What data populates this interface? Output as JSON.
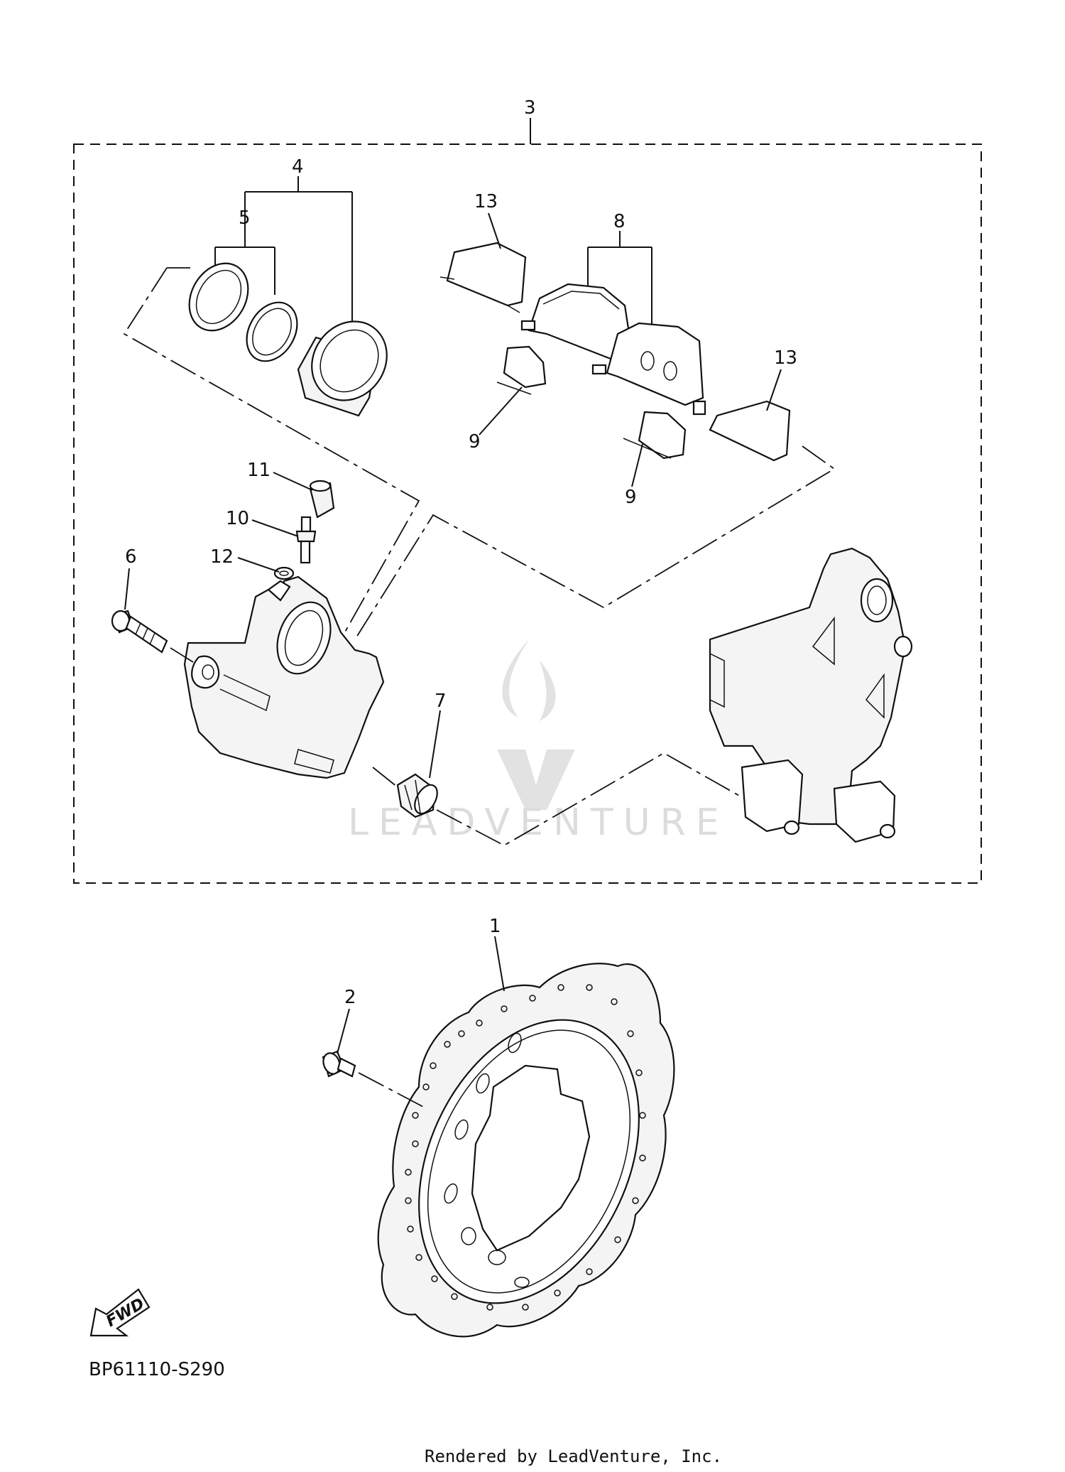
{
  "diagram": {
    "diagram_code": "BP61110-S290",
    "footer": "Rendered by LeadVenture, Inc.",
    "watermark": "LEADVENTURE",
    "fwd_label": "FWD",
    "callouts": {
      "c1": "1",
      "c2": "2",
      "c3": "3",
      "c4": "4",
      "c5": "5",
      "c6": "6",
      "c7": "7",
      "c8": "8",
      "c9a": "9",
      "c9b": "9",
      "c10": "10",
      "c11": "11",
      "c12": "12",
      "c13a": "13",
      "c13b": "13"
    }
  }
}
